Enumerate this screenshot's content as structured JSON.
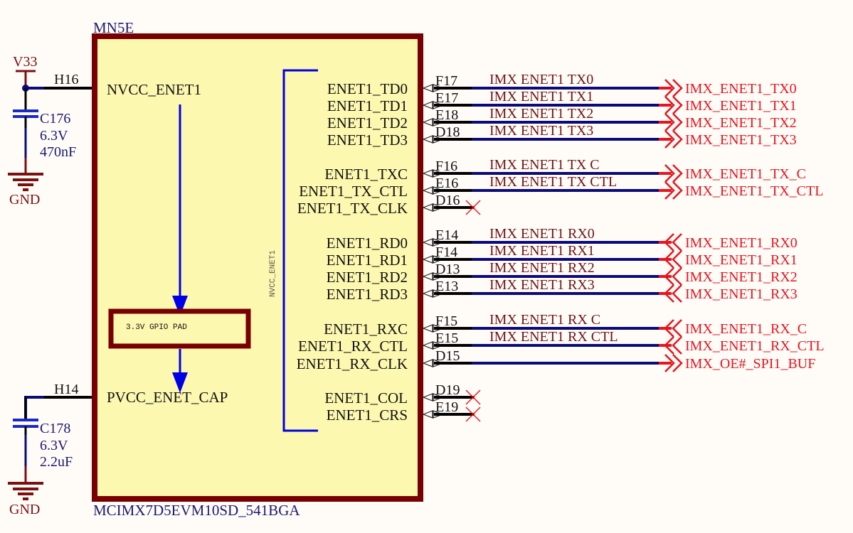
{
  "component": {
    "designator": "MN5E",
    "part_number": "MCIMX7D5EVM10SD_541BGA",
    "internal_label_vertical": "NVCC_ENET1",
    "gpio_box_label": "3.3V GPIO PAD",
    "colors": {
      "body_fill": "#fdf8b0",
      "body_border": "#780000",
      "wire": "#0a0a78",
      "pin_stub": "#000000",
      "port": "#e8141e",
      "arrow_blue": "#0000e6",
      "no_connect": "#e8141e"
    }
  },
  "power_pins": [
    {
      "pin_number": "H16",
      "pin_name": "NVCC_ENET1"
    },
    {
      "pin_number": "H14",
      "pin_name": "PVCC_ENET_CAP"
    }
  ],
  "capacitors": [
    {
      "designator": "C176",
      "voltage": "6.3V",
      "value": "470nF",
      "supply": "V33",
      "ground": "GND"
    },
    {
      "designator": "C178",
      "voltage": "6.3V",
      "value": "2.2uF",
      "ground": "GND"
    }
  ],
  "signal_pins": [
    {
      "pin_name": "ENET1_TD0",
      "pin_number": "F17",
      "net": "IMX_ENET1_TX0",
      "net_label": "IMX ENET1 TX0",
      "port": "IMX_ENET1_TX0",
      "direction": "out"
    },
    {
      "pin_name": "ENET1_TD1",
      "pin_number": "E17",
      "net": "IMX_ENET1_TX1",
      "net_label": "IMX ENET1 TX1",
      "port": "IMX_ENET1_TX1",
      "direction": "out"
    },
    {
      "pin_name": "ENET1_TD2",
      "pin_number": "E18",
      "net": "IMX_ENET1_TX2",
      "net_label": "IMX ENET1 TX2",
      "port": "IMX_ENET1_TX2",
      "direction": "out"
    },
    {
      "pin_name": "ENET1_TD3",
      "pin_number": "D18",
      "net": "IMX_ENET1_TX3",
      "net_label": "IMX ENET1 TX3",
      "port": "IMX_ENET1_TX3",
      "direction": "out"
    },
    {
      "pin_name": "ENET1_TXC",
      "pin_number": "F16",
      "net": "IMX_ENET1_TX_C",
      "net_label": "IMX ENET1 TX C",
      "port": "IMX_ENET1_TX_C",
      "direction": "out"
    },
    {
      "pin_name": "ENET1_TX_CTL",
      "pin_number": "E16",
      "net": "IMX_ENET1_TX_CTL",
      "net_label": "IMX ENET1 TX CTL",
      "port": "IMX_ENET1_TX_CTL",
      "direction": "out"
    },
    {
      "pin_name": "ENET1_TX_CLK",
      "pin_number": "D16",
      "net": "",
      "net_label": "",
      "port": "",
      "direction": "nc"
    },
    {
      "pin_name": "ENET1_RD0",
      "pin_number": "E14",
      "net": "IMX_ENET1_RX0",
      "net_label": "IMX ENET1 RX0",
      "port": "IMX_ENET1_RX0",
      "direction": "in"
    },
    {
      "pin_name": "ENET1_RD1",
      "pin_number": "F14",
      "net": "IMX_ENET1_RX1",
      "net_label": "IMX ENET1 RX1",
      "port": "IMX_ENET1_RX1",
      "direction": "in"
    },
    {
      "pin_name": "ENET1_RD2",
      "pin_number": "D13",
      "net": "IMX_ENET1_RX2",
      "net_label": "IMX ENET1 RX2",
      "port": "IMX_ENET1_RX2",
      "direction": "in"
    },
    {
      "pin_name": "ENET1_RD3",
      "pin_number": "E13",
      "net": "IMX_ENET1_RX3",
      "net_label": "IMX ENET1 RX3",
      "port": "IMX_ENET1_RX3",
      "direction": "in"
    },
    {
      "pin_name": "ENET1_RXC",
      "pin_number": "F15",
      "net": "IMX_ENET1_RX_C",
      "net_label": "IMX ENET1 RX C",
      "port": "IMX_ENET1_RX_C",
      "direction": "in"
    },
    {
      "pin_name": "ENET1_RX_CTL",
      "pin_number": "E15",
      "net": "IMX_ENET1_RX_CTL",
      "net_label": "IMX ENET1 RX CTL",
      "port": "IMX_ENET1_RX_CTL",
      "direction": "in"
    },
    {
      "pin_name": "ENET1_RX_CLK",
      "pin_number": "D15",
      "net": "IMX_OE#_SPI1_BUF",
      "net_label": "",
      "port": "IMX_OE#_SPI1_BUF",
      "direction": "out"
    },
    {
      "pin_name": "ENET1_COL",
      "pin_number": "D19",
      "net": "",
      "net_label": "",
      "port": "",
      "direction": "nc"
    },
    {
      "pin_name": "ENET1_CRS",
      "pin_number": "E19",
      "net": "",
      "net_label": "",
      "port": "",
      "direction": "nc"
    }
  ]
}
